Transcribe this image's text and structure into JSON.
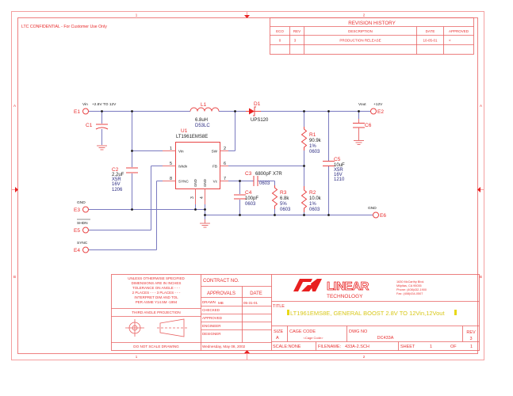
{
  "header": {
    "confidential": "LTC CONFIDENTIAL - For Customer Use Only"
  },
  "border": {
    "col_labels": [
      "1",
      "2"
    ],
    "row_labels": [
      "A",
      "B"
    ]
  },
  "revision_history": {
    "title": "REVISION HISTORY",
    "columns": [
      "ECO",
      "REV",
      "DESCRIPTION",
      "DATE",
      "APPROVED"
    ],
    "rows": [
      {
        "eco": "0",
        "rev": "3",
        "description": "PRODUCTION RELEASE",
        "date": "10-05-01",
        "approved": "<"
      }
    ]
  },
  "schematic": {
    "nets": {
      "vin_label": "Vin",
      "vin_range": "+2.8V TO 12V",
      "vout_label": "Vout",
      "vout_value": "+12V",
      "gnd_left": "GND",
      "shdn": "SHDN",
      "sync": "SYNC",
      "gnd_right": "GND"
    },
    "terminals": {
      "e1": "E1",
      "e2": "E2",
      "e3": "E3",
      "e4": "E4",
      "e5": "E5",
      "e6": "E6"
    },
    "u1": {
      "ref": "U1",
      "part": "LT1961EMS8E",
      "pins": {
        "vin": "Vin",
        "shdn": "/shdn",
        "sync": "SYNC",
        "sw": "SW",
        "fb": "FB",
        "vc": "Vc",
        "gnd1": "GND",
        "gnd2": "GND"
      },
      "pin_numbers": {
        "p1": "1",
        "p2": "2",
        "p3": "3",
        "p4": "4",
        "p5": "5",
        "p6": "6",
        "p7": "7",
        "p8": "8"
      }
    },
    "l1": {
      "ref": "L1",
      "value": "6.8uH",
      "part": "D53LC"
    },
    "d1": {
      "ref": "D1",
      "part": "UPS120"
    },
    "c1": {
      "ref": "C1"
    },
    "c2": {
      "ref": "C2",
      "value": "2.2uF",
      "dielectric": "X5R",
      "voltage": "16V",
      "size": "1206"
    },
    "c3": {
      "ref": "C3",
      "value": "6800pF X7R",
      "size": "0603"
    },
    "c4": {
      "ref": "C4",
      "value": "100pF",
      "size": "0603"
    },
    "c5": {
      "ref": "C5",
      "value": "10uF",
      "dielectric": "X5R",
      "voltage": "16V",
      "size": "1210"
    },
    "c6": {
      "ref": "C6"
    },
    "r1": {
      "ref": "R1",
      "value": "90.9k",
      "tol": "1%",
      "size": "0603"
    },
    "r2": {
      "ref": "R2",
      "value": "10.0k",
      "tol": "1%",
      "size": "0603"
    },
    "r3": {
      "ref": "R3",
      "value": "6.8k",
      "tol": "5%",
      "size": "0603"
    }
  },
  "title_block": {
    "tolerance_notes": [
      "UNLESS OTHERWISE SPECIFIED",
      "DIMENSIONS ARE IN INCHES",
      "TOLERANCE ON ANGLE - - -",
      "2 PLACES - - -     3 PLACES - - -",
      "INTERPRET DIM AND TOL",
      "PER ASME Y14.5M -1994"
    ],
    "projection": "THIRD ANGLE PROJECTION",
    "no_scale": "DO NOT SCALE DRAWING",
    "contract_no": "CONTRACT NO.",
    "approvals": "APPROVALS",
    "date_header": "DATE",
    "drawn_label": "DRAWN",
    "drawn_by": "MB",
    "drawn_date": "05-31-01",
    "checked": "CHECKED",
    "approved": "APPROVED",
    "engineer": "ENGINEER",
    "designer": "DESIGNER",
    "print_date": "Wednesday, May 08, 2002",
    "company": {
      "logo_text": "LINEAR",
      "logo_sub": "TECHNOLOGY",
      "address": [
        "1630 McCarthy Blvd.",
        "Milpitas, CA 95035",
        "Phone: (408)432-1900",
        "Fax: (408)434-0507"
      ]
    },
    "title_label": "TITLE",
    "title": "LT1961EMS8E, GENERAL BOOST 2.8V TO 12Vin,12Vout",
    "size_label": "SIZE",
    "size": "A",
    "cage_label": "CAGE CODE",
    "cage": "<Cage Code>",
    "dwg_label": "DWG NO",
    "dwg": "DC433A",
    "rev_label": "REV",
    "rev": "3",
    "scale_label": "SCALE:NONE",
    "filename_label": "FILENAME:",
    "filename": "433A-2.SCH",
    "sheet_label": "SHEET",
    "sheet": "1",
    "of_label": "OF",
    "sheets": "1"
  }
}
